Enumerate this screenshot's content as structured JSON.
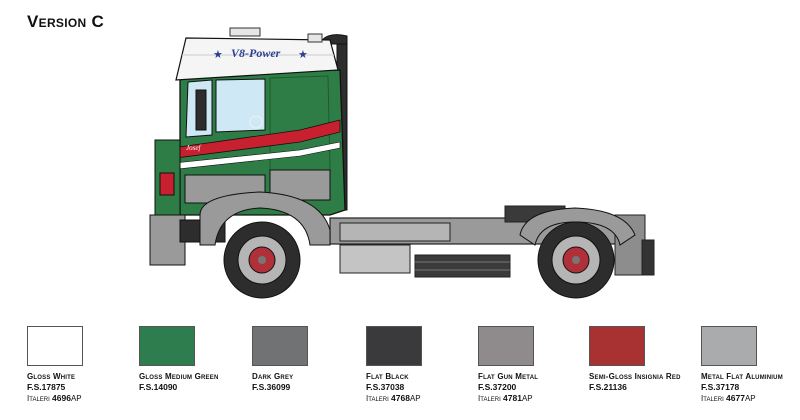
{
  "title": "Version C",
  "truck": {
    "roof_text": "V8-Power",
    "name_text": "Josef",
    "colors": {
      "cab_green": "#2e7d46",
      "roof_white": "#f5f5f5",
      "stripe_red": "#c8202e",
      "grey": "#9a9a9a",
      "dark": "#2d2d2d",
      "wheel_red": "#b0303a",
      "star_blue": "#2a3f8f"
    }
  },
  "swatches": [
    {
      "name": "Gloss White",
      "fs": "F.S.17875",
      "italeri_prefix": "Italeri",
      "italeri_code": "4696",
      "italeri_suffix": "AP",
      "color": "#ffffff"
    },
    {
      "name": "Gloss Medium Green",
      "fs": "F.S.14090",
      "italeri_prefix": "",
      "italeri_code": "",
      "italeri_suffix": "",
      "color": "#2e7d4f"
    },
    {
      "name": "Dark Grey",
      "fs": "F.S.36099",
      "italeri_prefix": "",
      "italeri_code": "",
      "italeri_suffix": "",
      "color": "#717274"
    },
    {
      "name": "Flat Black",
      "fs": "F.S.37038",
      "italeri_prefix": "Italeri",
      "italeri_code": "4768",
      "italeri_suffix": "AP",
      "color": "#3a3a3c"
    },
    {
      "name": "Flat Gun Metal",
      "fs": "F.S.37200",
      "italeri_prefix": "Italeri",
      "italeri_code": "4781",
      "italeri_suffix": "AP",
      "color": "#8f8a8c"
    },
    {
      "name": "Semi-Gloss Insignia Red",
      "fs": "F.S.21136",
      "italeri_prefix": "",
      "italeri_code": "",
      "italeri_suffix": "",
      "color": "#a83232"
    },
    {
      "name": "Metal Flat Aluminium",
      "fs": "F.S.37178",
      "italeri_prefix": "Italeri",
      "italeri_code": "4677",
      "italeri_suffix": "AP",
      "color": "#a9abad"
    }
  ]
}
